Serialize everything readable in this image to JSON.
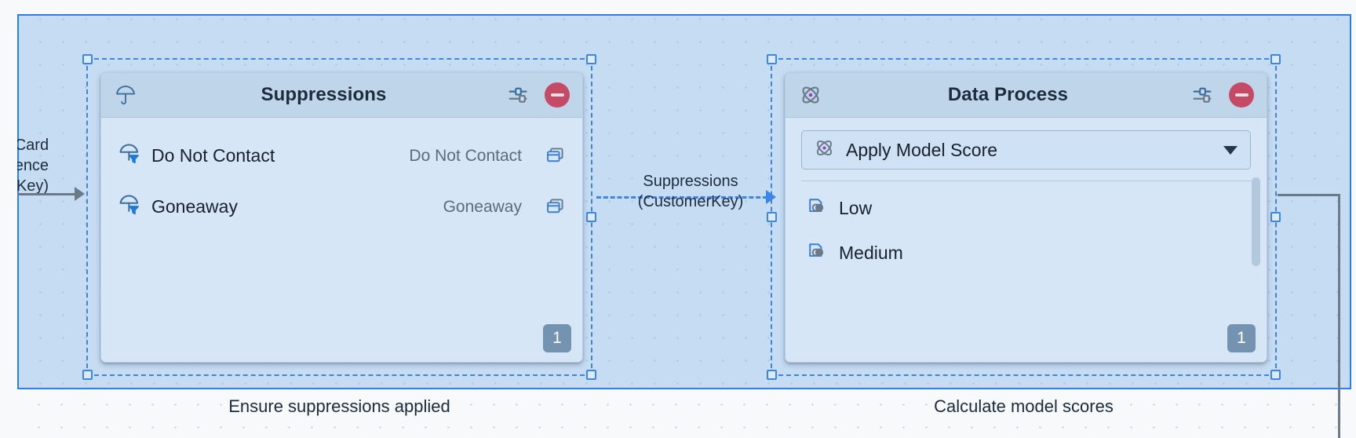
{
  "canvas": {
    "background_color": "#f7f9fb",
    "group_background_color": "#c6dcf2",
    "selection_color": "#3b86e8"
  },
  "source_node": {
    "name": "source-label",
    "lines": [
      "dit Card",
      "udience",
      "erKey)"
    ],
    "full_text_truncated": "Credit Card Audience (CustomerKey)"
  },
  "nodes": [
    {
      "id": "suppressions",
      "title": "Suppressions",
      "icon": "umbrella-icon",
      "settings_icon": "sliders-icon",
      "remove_icon": "remove-circle-icon",
      "count_badge": "1",
      "group_caption": "Ensure suppressions applied",
      "rows": [
        {
          "name": "Do Not Contact",
          "value": "Do Not Contact",
          "icon": "umbrella-filter-icon",
          "action_icon": "copy-icon"
        },
        {
          "name": "Goneaway",
          "value": "Goneaway",
          "icon": "umbrella-filter-icon",
          "action_icon": "copy-icon"
        }
      ]
    },
    {
      "id": "data-process",
      "title": "Data Process",
      "icon": "atom-icon",
      "settings_icon": "sliders-icon",
      "remove_icon": "remove-circle-icon",
      "count_badge": "1",
      "group_caption": "Calculate model scores",
      "dropdown": {
        "selected": "Apply Model Score",
        "icon": "atom-icon",
        "chevron": "chevron-down-icon"
      },
      "rows": [
        {
          "label": "Low",
          "icon": "output-toggle-icon"
        },
        {
          "label": "Medium",
          "icon": "output-toggle-icon"
        }
      ]
    }
  ],
  "connectors": [
    {
      "id": "suppressions-to-data-process",
      "label_lines": [
        "Suppressions",
        "(CustomerKey)"
      ],
      "style": "dashed",
      "color": "#3b86e8"
    }
  ],
  "colors": {
    "accent_blue": "#3b86e8",
    "card_body": "#d6e6f7",
    "card_header": "#bfd6ea",
    "remove_red": "#c44a66",
    "badge_gray": "#7493b1",
    "atom_dot_purple": "#a23bc4",
    "text_dark": "#18212d",
    "text_muted": "#5d6b7a"
  }
}
